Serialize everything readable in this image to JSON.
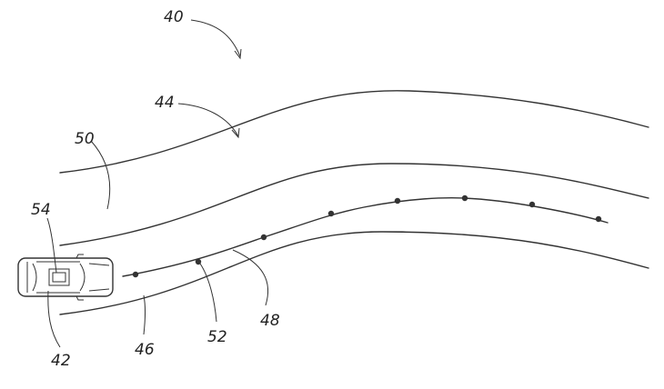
{
  "figure": {
    "labels": {
      "l40": "40",
      "l44": "44",
      "l50": "50",
      "l54": "54",
      "l42": "42",
      "l46": "46",
      "l52": "52",
      "l48": "48"
    }
  },
  "colors": {
    "ink": "#333333",
    "background": "#ffffff"
  }
}
